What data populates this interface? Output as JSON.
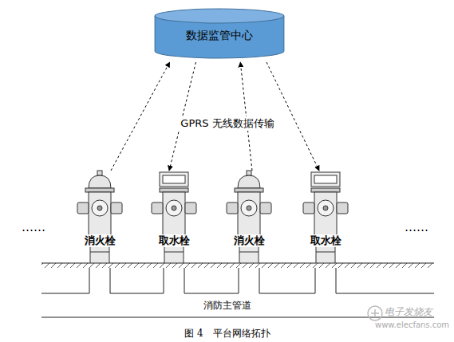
{
  "diagram": {
    "caption": "图 4　平台网络拓扑",
    "nodes": [
      {
        "text": [
          "数据监管中心"
        ]
      },
      {
        "text": [
          "消火栓"
        ]
      },
      {
        "text": [
          "取水栓"
        ]
      },
      {
        "text": [
          "消火栓"
        ]
      },
      {
        "text": [
          "取水栓"
        ]
      }
    ],
    "edges": [
      {
        "from": 1,
        "to": 0,
        "arrow": "to"
      },
      {
        "from": 0,
        "to": 2,
        "arrow": "to"
      },
      {
        "from": 3,
        "to": 0,
        "arrow": "to"
      },
      {
        "from": 0,
        "to": 4,
        "arrow": "to"
      }
    ],
    "labels": [
      "GPRS 无线数据传输",
      "……",
      "……",
      "消防主管道",
      "电子发烧友",
      "www.elecfans.com"
    ]
  }
}
